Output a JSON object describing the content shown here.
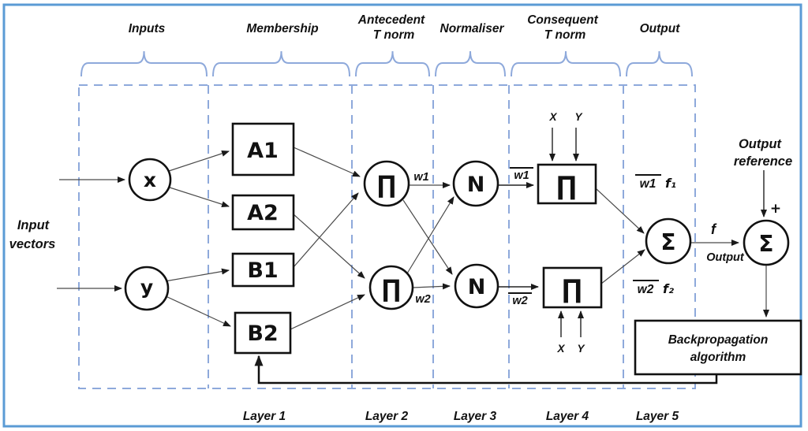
{
  "colors": {
    "frame_border": "#5b9bd5",
    "guide_lines": "#8ea9db",
    "ink": "#111111"
  },
  "stage_labels": {
    "inputs": "Inputs",
    "membership": "Membership",
    "antecedent_1": "Antecedent",
    "antecedent_2": "T norm",
    "normaliser": "Normaliser",
    "consequent_1": "Consequent",
    "consequent_2": "T norm",
    "output": "Output"
  },
  "layer_labels": [
    "Layer 1",
    "Layer 2",
    "Layer 3",
    "Layer 4",
    "Layer 5"
  ],
  "side_labels": {
    "input_vectors_1": "Input",
    "input_vectors_2": "vectors",
    "output_reference_1": "Output",
    "output_reference_2": "reference",
    "plus": "+",
    "f": "f",
    "output_small": "Output"
  },
  "nodes": {
    "x": "x",
    "y": "y",
    "a1": "A1",
    "a2": "A2",
    "b1": "B1",
    "b2": "B2",
    "product": "∏",
    "normalise": "N",
    "sum": "Σ"
  },
  "weights": {
    "w1": "w1",
    "w2": "w2",
    "w1_bar": "w1",
    "w2_bar": "w2",
    "w1f": "w1",
    "w1f_f": "f₁",
    "w2f": "w2",
    "w2f_f": "f₂"
  },
  "consequent_inputs": {
    "x_top": "X",
    "y_top": "Y",
    "x_bottom": "X",
    "y_bottom": "Y"
  },
  "backprop": {
    "line1": "Backpropagation",
    "line2": "algorithm"
  }
}
